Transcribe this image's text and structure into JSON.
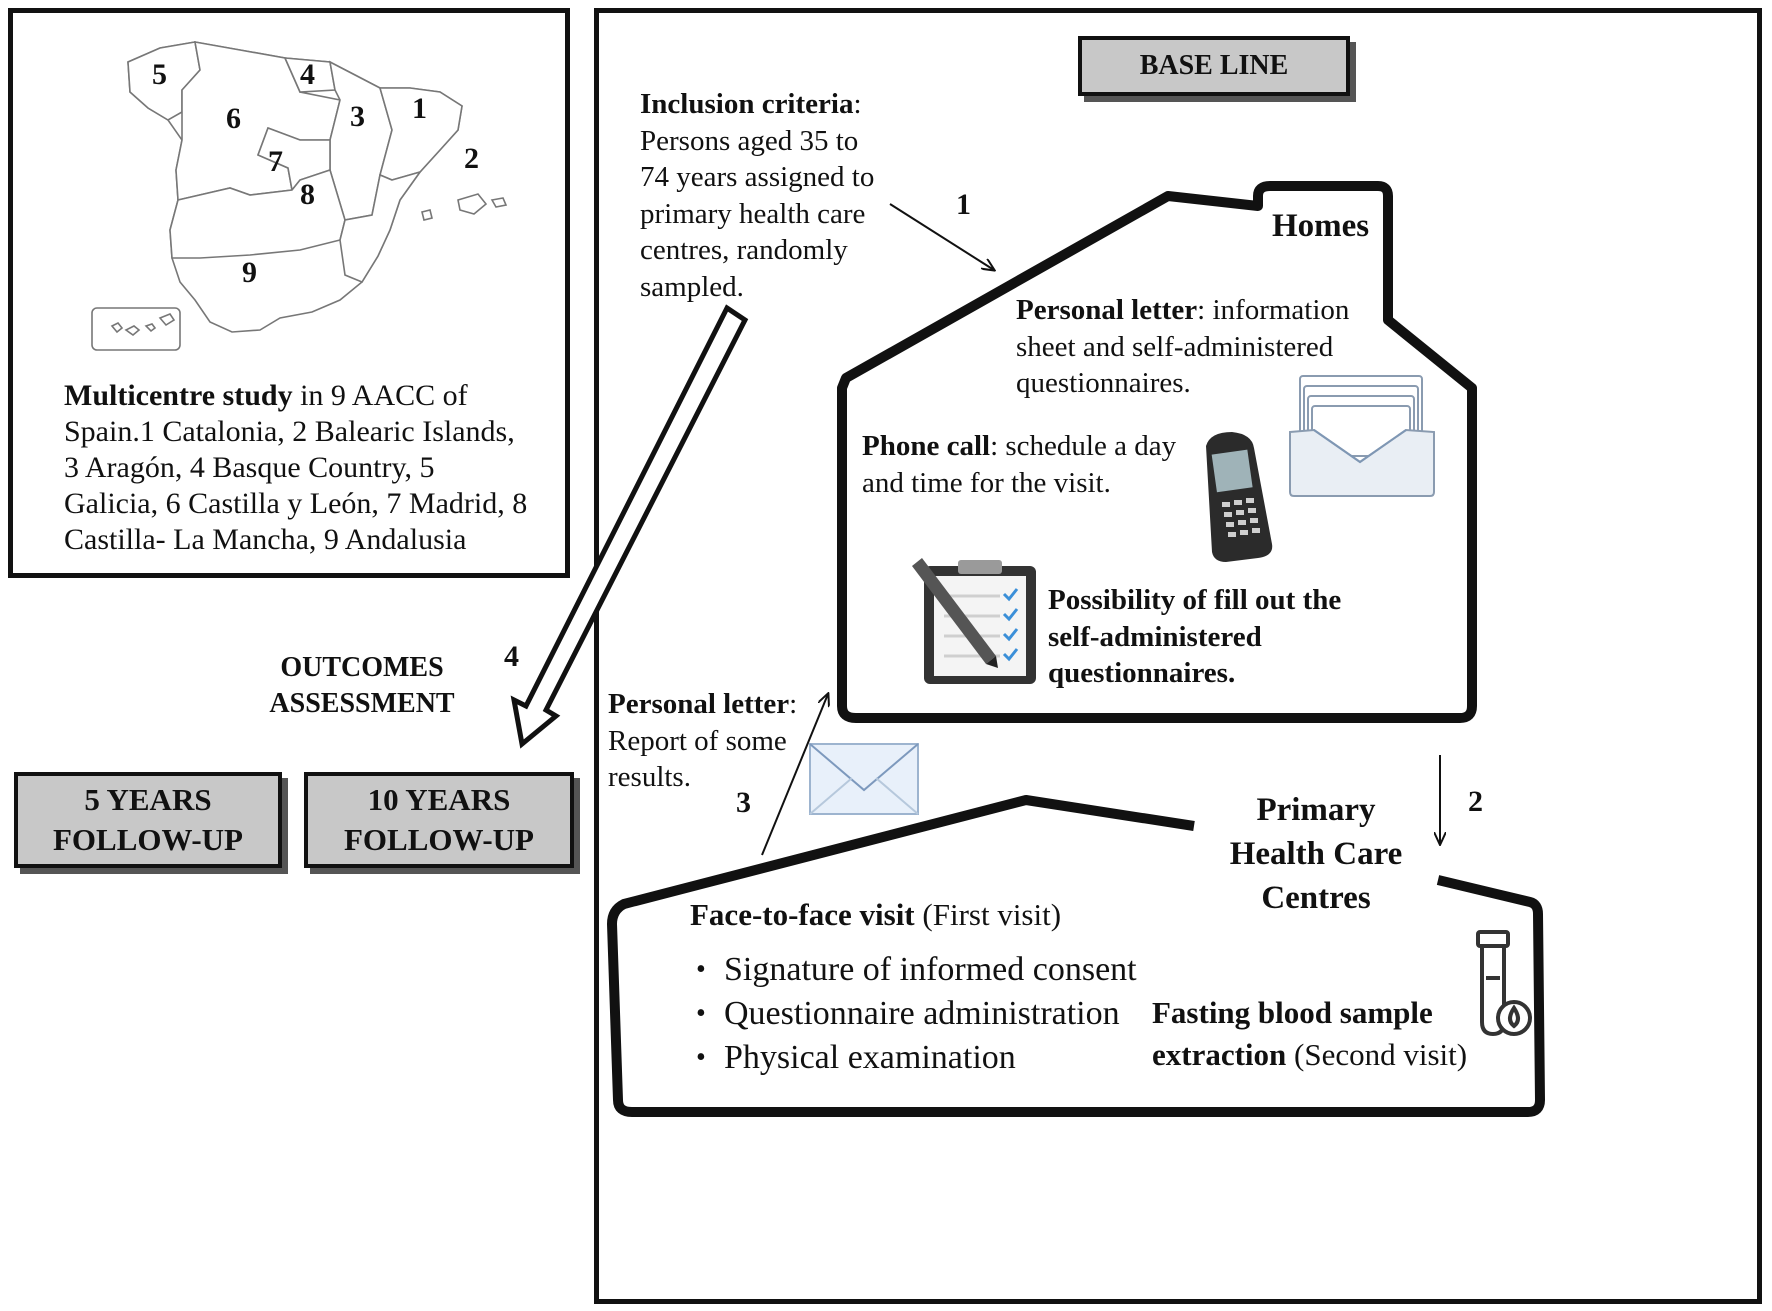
{
  "map_box": {
    "region_numbers": [
      "5",
      "4",
      "6",
      "3",
      "1",
      "2",
      "7",
      "8",
      "9"
    ],
    "caption_bold": "Multicentre study",
    "caption_lines": [
      " in 9 AACC of",
      "Spain.1 Catalonia, 2 Balearic Islands,",
      "3 Aragón, 4 Basque Country, 5",
      "Galicia, 6 Castilla y León, 7 Madrid, 8",
      "Castilla- La Mancha, 9 Andalusia"
    ]
  },
  "baseline": {
    "label": "BASE LINE"
  },
  "inclusion": {
    "title": "Inclusion criteria",
    "title_suffix": ":",
    "lines": [
      "Persons aged 35 to",
      "74 years assigned to",
      "primary health care",
      "centres, randomly",
      "sampled."
    ]
  },
  "arrows": {
    "step1": "1",
    "step2": "2",
    "step3": "3",
    "step4": "4"
  },
  "homes": {
    "title": "Homes",
    "letter_bold": "Personal letter",
    "letter_lines": [
      ": information",
      "sheet and self-administered",
      "questionnaires."
    ],
    "phone_bold": "Phone call",
    "phone_lines": [
      ": schedule a day",
      "and time for the visit."
    ],
    "fill_lines": [
      "Possibility of fill out the",
      "self-administered",
      "questionnaires."
    ],
    "icons": [
      "mail-tray-icon",
      "mobile-phone-icon",
      "clipboard-pencil-icon"
    ]
  },
  "outcomes": {
    "lines": [
      "OUTCOMES",
      "ASSESSMENT"
    ]
  },
  "followups": [
    {
      "lines": [
        "5 YEARS",
        "FOLLOW-UP"
      ]
    },
    {
      "lines": [
        "10 YEARS",
        "FOLLOW-UP"
      ]
    }
  ],
  "report": {
    "bold": "Personal letter",
    "lines": [
      ":",
      "Report of some",
      "results."
    ]
  },
  "phcc": {
    "title_lines": [
      "Primary",
      "Health Care",
      "Centres"
    ],
    "visit_bold": "Face-to-face visit",
    "visit_suffix": " (First visit)",
    "bullets": [
      "Signature of informed consent",
      "Questionnaire administration",
      "Physical examination"
    ],
    "blood_bold_1": "Fasting blood sample",
    "blood_bold_2": "extraction",
    "blood_suffix": " (Second visit)"
  }
}
